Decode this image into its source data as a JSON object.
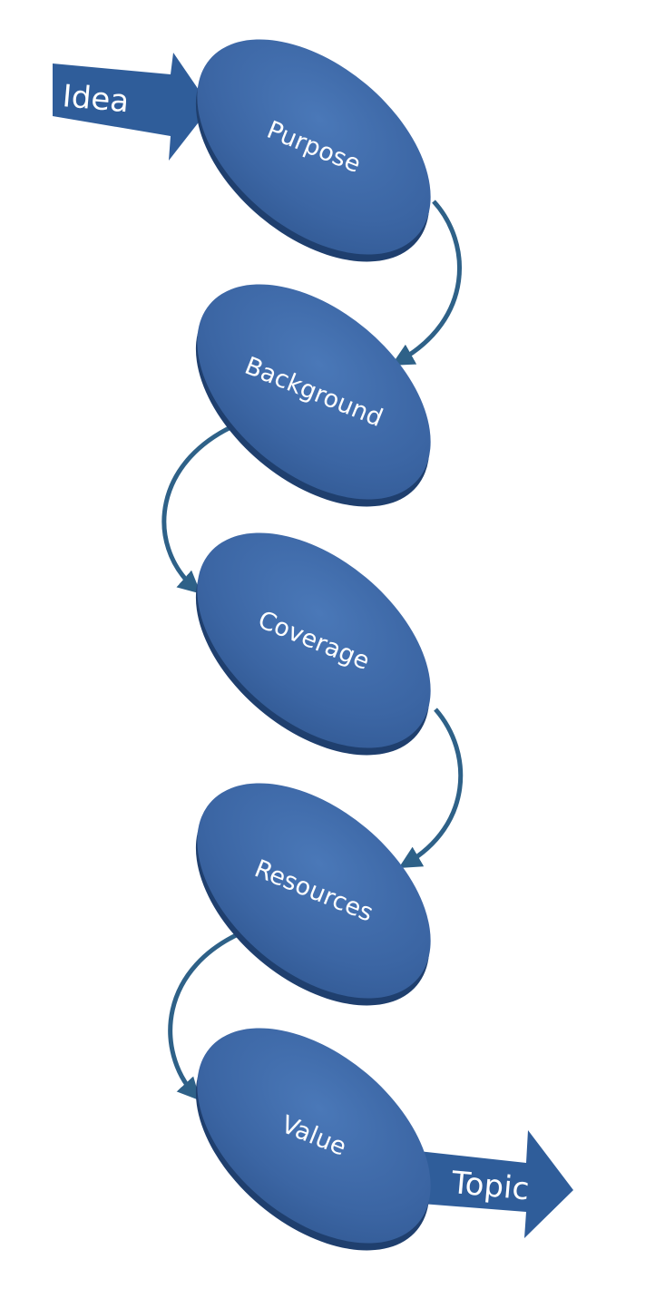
{
  "input_arrow": {
    "label": "Idea"
  },
  "output_arrow": {
    "label": "Topic"
  },
  "steps": [
    {
      "label": "Purpose"
    },
    {
      "label": "Background"
    },
    {
      "label": "Coverage"
    },
    {
      "label": "Resources"
    },
    {
      "label": "Value"
    }
  ],
  "colors": {
    "ellipse_face": "#3b65a3",
    "ellipse_edge": "#1f3f6e",
    "arrow_fill": "#2f5d9a",
    "connector": "#2e6188",
    "text": "#ffffff"
  }
}
